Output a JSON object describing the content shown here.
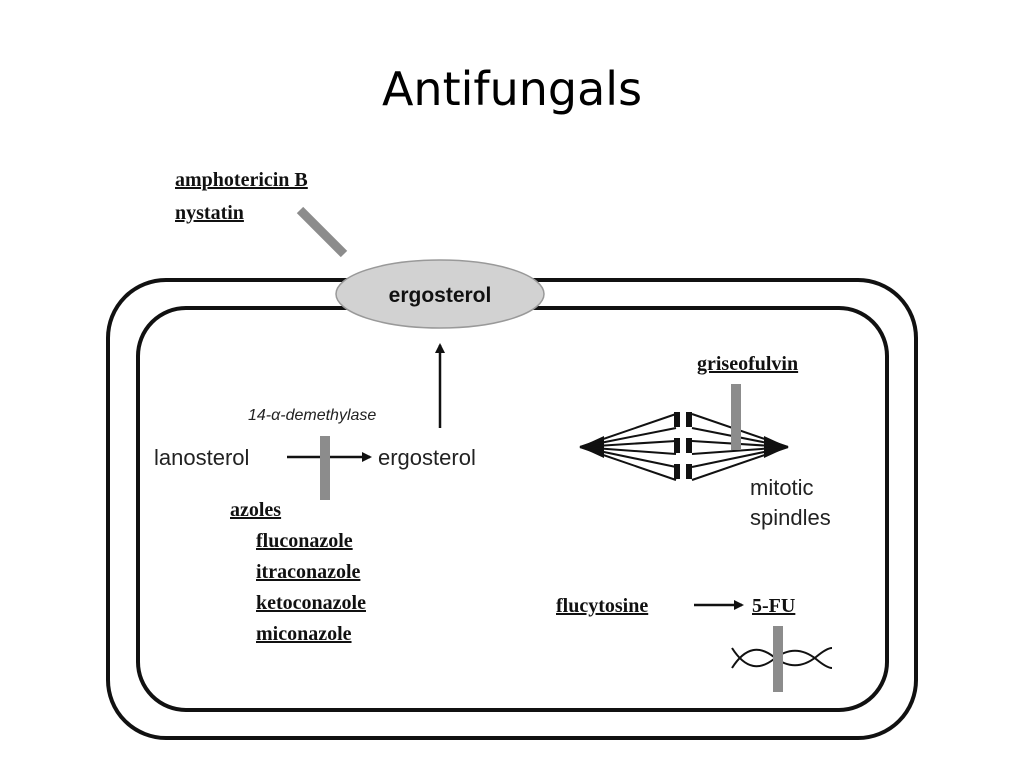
{
  "title": "Antifungals",
  "colors": {
    "outline": "#111111",
    "block_bar": "#8c8c8c",
    "ergosterol_fill": "#d2d2d2"
  },
  "membrane": {
    "ergosterol_label": "ergosterol",
    "drugs": [
      "amphotericin B",
      "nystatin"
    ]
  },
  "pathway": {
    "enzyme": "14-α-demethylase",
    "substrate": "lanosterol",
    "product": "ergosterol",
    "inhibitor_class": "azoles",
    "inhibitors": [
      "fluconazole",
      "itraconazole",
      "ketoconazole",
      "miconazole"
    ]
  },
  "spindle": {
    "drug": "griseofulvin",
    "label_line1": "mitotic",
    "label_line2": "spindles"
  },
  "nucleic": {
    "prodrug": "flucytosine",
    "metabolite": "5-FU"
  }
}
